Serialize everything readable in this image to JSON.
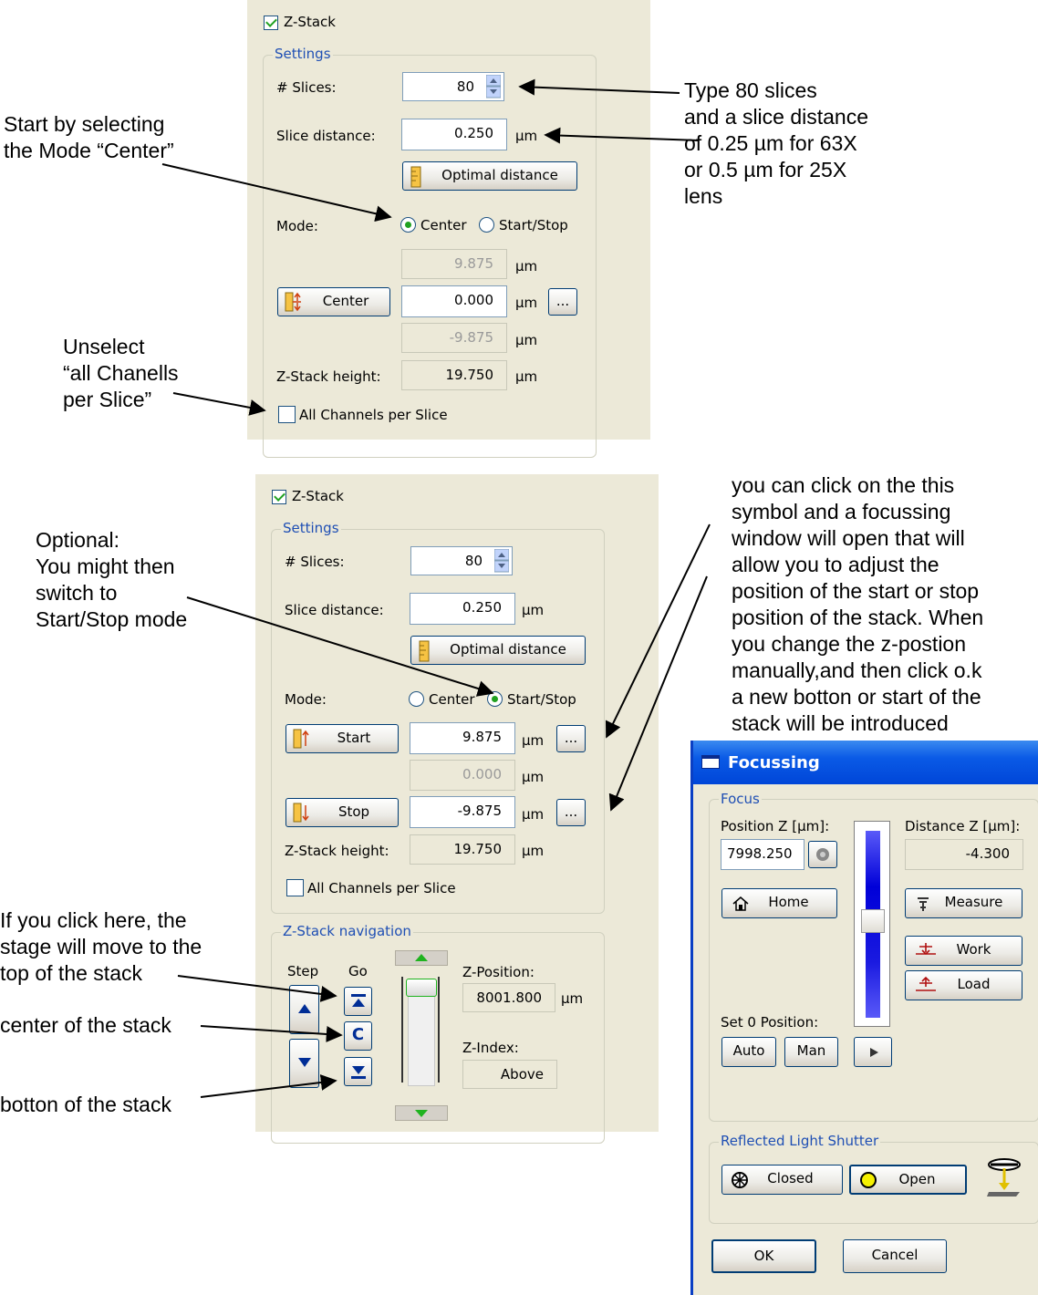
{
  "panel1": {
    "zstack_label": "Z-Stack",
    "settings_label": "Settings",
    "slices_label": "# Slices:",
    "slices_value": "80",
    "slice_distance_label": "Slice distance:",
    "slice_distance_value": "0.250",
    "unit": "µm",
    "optimal_distance": "Optimal distance",
    "mode_label": "Mode:",
    "mode_center": "Center",
    "mode_startstop": "Start/Stop",
    "top_value": "9.875",
    "center_button": "Center",
    "center_value": "0.000",
    "bottom_value": "-9.875",
    "ellipsis": "...",
    "height_label": "Z-Stack height:",
    "height_value": "19.750",
    "all_channels": "All Channels per Slice"
  },
  "panel2": {
    "zstack_label": "Z-Stack",
    "settings_label": "Settings",
    "slices_label": "# Slices:",
    "slices_value": "80",
    "slice_distance_label": "Slice distance:",
    "slice_distance_value": "0.250",
    "unit": "µm",
    "optimal_distance": "Optimal distance",
    "mode_label": "Mode:",
    "mode_center": "Center",
    "mode_startstop": "Start/Stop",
    "start_button": "Start",
    "start_value": "9.875",
    "middle_value": "0.000",
    "stop_button": "Stop",
    "stop_value": "-9.875",
    "ellipsis": "...",
    "height_label": "Z-Stack height:",
    "height_value": "19.750",
    "all_channels": "All Channels per Slice",
    "nav_label": "Z-Stack navigation",
    "step_label": "Step",
    "go_label": "Go",
    "go_center": "C",
    "zpos_label": "Z-Position:",
    "zpos_value": "8001.800",
    "zindex_label": "Z-Index:",
    "zindex_value": "Above"
  },
  "focus": {
    "title": "Focussing",
    "group_focus": "Focus",
    "position_label": "Position Z [µm]:",
    "position_value": "7998.250",
    "distance_label": "Distance Z [µm]:",
    "distance_value": "-4.300",
    "home": "Home",
    "measure": "Measure",
    "work": "Work",
    "load": "Load",
    "set0_label": "Set 0 Position:",
    "auto": "Auto",
    "man": "Man",
    "shutter_label": "Reflected Light Shutter",
    "closed": "Closed",
    "open": "Open",
    "ok": "OK",
    "cancel": "Cancel"
  },
  "notes": {
    "start_line1": "Start by selecting",
    "start_line2": "the Mode “Center”",
    "type_line1": "Type 80 slices",
    "type_line2": "and a slice distance",
    "type_line3": "of 0.25 µm for 63X",
    "type_line4": "or 0.5 µm for 25X",
    "type_line5": "lens",
    "unselect_line1": "Unselect",
    "unselect_line2": "“all Chanells",
    "unselect_line3": "per Slice”",
    "optional_line1": "Optional:",
    "optional_line2": "You might then",
    "optional_line3": "switch to",
    "optional_line4": "Start/Stop mode",
    "click_line1": "you can click on the this",
    "click_line2": "symbol and a focussing",
    "click_line3": "window will open that will",
    "click_line4": "allow you to adjust the",
    "click_line5": "position of the start or stop",
    "click_line6": "position of the stack. When",
    "click_line7": "you change the z-postion",
    "click_line8": "manually,and then click o.k",
    "click_line9": "a new botton or start of the",
    "click_line10": "stack will be introduced",
    "top_line1": "If you click here, the",
    "top_line2": "stage will move to the",
    "top_line3": "top of the stack",
    "center_note": "center of the stack",
    "bottom_note": "botton of the stack"
  }
}
